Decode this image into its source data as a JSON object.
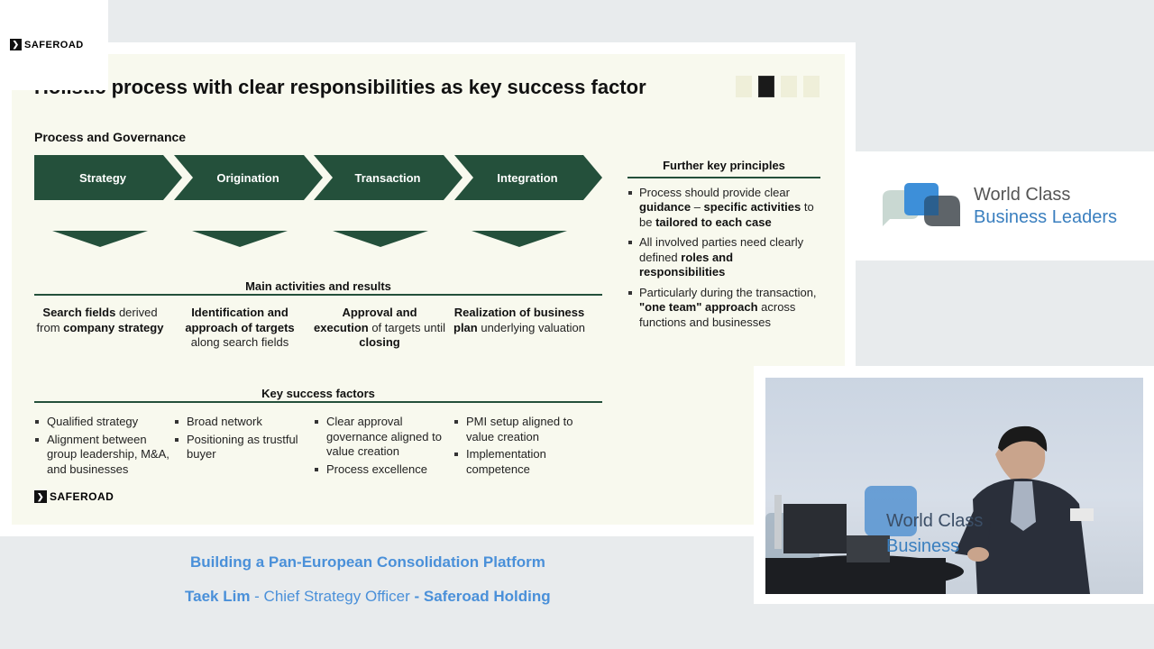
{
  "brand": {
    "name": "SAFEROAD"
  },
  "slide": {
    "title": "Holistic process with clear responsibilities as key success factor",
    "section_heading": "Process and Governance",
    "steps": [
      "Strategy",
      "Origination",
      "Transaction",
      "Integration"
    ],
    "main_activities_heading": "Main activities and results",
    "activities": [
      [
        {
          "t": "Search fields",
          "b": true
        },
        {
          "t": " derived from ",
          "b": false
        },
        {
          "t": "company strategy",
          "b": true
        }
      ],
      [
        {
          "t": "Identification and approach of targets",
          "b": true
        },
        {
          "t": " along search fields",
          "b": false
        }
      ],
      [
        {
          "t": "Approval and execution",
          "b": true
        },
        {
          "t": " of targets until ",
          "b": false
        },
        {
          "t": "closing",
          "b": true
        }
      ],
      [
        {
          "t": "Realization of business plan",
          "b": true
        },
        {
          "t": " underlying valuation",
          "b": false
        }
      ]
    ],
    "key_success_heading": "Key success factors",
    "key_success": [
      [
        "Qualified strategy",
        "Alignment between group leadership, M&A, and businesses"
      ],
      [
        "Broad network",
        "Positioning as trustful buyer"
      ],
      [
        "Clear approval governance aligned to value creation",
        "Process excellence"
      ],
      [
        "PMI setup aligned to value creation",
        "Implementation competence"
      ]
    ],
    "principles_heading": "Further key principles",
    "principles": [
      [
        {
          "t": "Process should provide clear ",
          "b": false
        },
        {
          "t": "guidance",
          "b": true
        },
        {
          "t": " – ",
          "b": false
        },
        {
          "t": "specific activities",
          "b": true
        },
        {
          "t": " to be ",
          "b": false
        },
        {
          "t": "tailored to each case",
          "b": true
        }
      ],
      [
        {
          "t": "All involved parties need clearly defined ",
          "b": false
        },
        {
          "t": "roles and responsibilities",
          "b": true
        }
      ],
      [
        {
          "t": "Particularly during the transaction, ",
          "b": false
        },
        {
          "t": "\"one team\" approach",
          "b": true
        },
        {
          "t": " across functions and businesses",
          "b": false
        }
      ]
    ]
  },
  "event": {
    "line1": "World Class",
    "line2": "Business Leaders"
  },
  "caption": {
    "talk_title": "Building a Pan-European Consolidation Platform",
    "speaker": "Taek Lim",
    "sep1": " - ",
    "role": "Chief Strategy Officer",
    "sep2": " - ",
    "company": "Saferoad Holding"
  },
  "video": {
    "backdrop_line1": "World Class",
    "backdrop_line2": "Business"
  },
  "colors": {
    "green": "#24503b",
    "caption_blue": "#4a90d9",
    "event_blue": "#3a7fbf"
  }
}
